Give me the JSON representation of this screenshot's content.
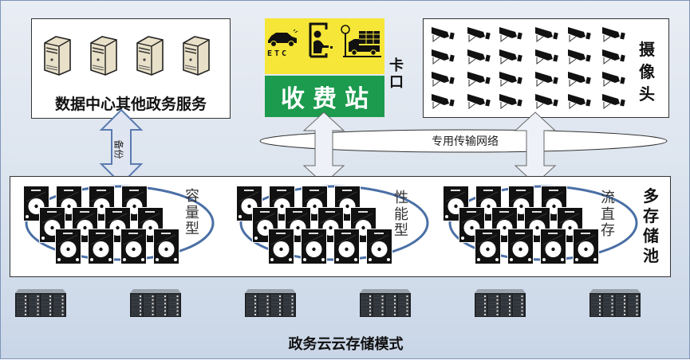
{
  "diagram": {
    "title": "政务云云存储模式",
    "datacenter": {
      "label": "数据中心其他政务服务",
      "server_count": 4,
      "link_label": "备份"
    },
    "toll": {
      "sign_etc": "ETC",
      "sign_text": "收费站",
      "side_label": [
        "卡",
        "口"
      ],
      "colors": {
        "yellow": "#f6e637",
        "green": "#1c9a4e"
      }
    },
    "cameras": {
      "label": [
        "摄",
        "像",
        "头"
      ],
      "rows": 4,
      "cols": 6
    },
    "network": {
      "label": "专用传输网络"
    },
    "storage_pool": {
      "label": [
        "多",
        "存",
        "储",
        "池"
      ],
      "groups": [
        {
          "name": "capacity",
          "label": [
            "容",
            "量",
            "型"
          ]
        },
        {
          "name": "performance",
          "label": [
            "性",
            "能",
            "型"
          ]
        },
        {
          "name": "stream",
          "label": [
            "流",
            "直",
            "存"
          ]
        }
      ],
      "disks_per_group": 12,
      "ellipse_color": "#4a6fa5"
    },
    "rack_count": 6
  }
}
